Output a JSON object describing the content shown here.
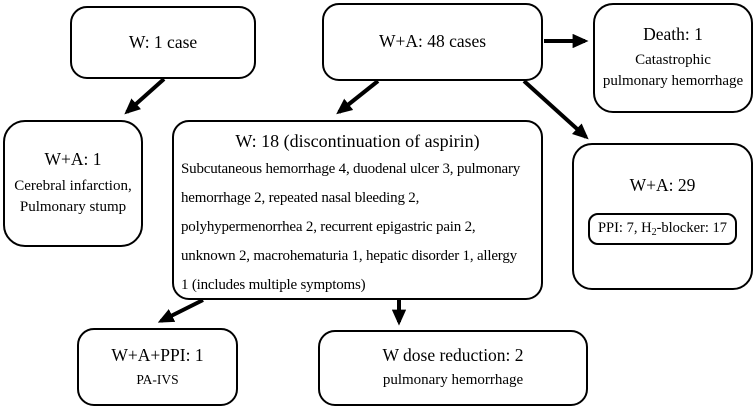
{
  "colors": {
    "background": "#ffffff",
    "border": "#000000",
    "text": "#000000"
  },
  "nodes": {
    "w1": {
      "title": "W: 1 case"
    },
    "wa48": {
      "title": "W+A: 48 cases"
    },
    "death": {
      "title": "Death: 1",
      "body": "Catastrophic\npulmonary hemorrhage"
    },
    "wa1": {
      "title": "W+A: 1",
      "body": "Cerebral infarction,\nPulmonary stump"
    },
    "w18": {
      "title": "W: 18 (discontinuation of aspirin)",
      "body": "Subcutaneous hemorrhage 4, duodenal ulcer 3, pulmonary\nhemorrhage 2, repeated nasal bleeding 2,\npolyhypermenorrhea 2, recurrent epigastric pain 2,\nunknown 2, macrohematuria 1, hepatic disorder 1, allergy\n1 (includes multiple symptoms)"
    },
    "wa29": {
      "title": "W+A: 29",
      "chip": {
        "pre": "PPI: 7, H",
        "sub": "2",
        "post": "-blocker: 17"
      }
    },
    "wappi": {
      "title": "W+A+PPI: 1",
      "body": "PA-IVS"
    },
    "wdose": {
      "title": "W dose reduction: 2",
      "body": "pulmonary hemorrhage"
    }
  }
}
